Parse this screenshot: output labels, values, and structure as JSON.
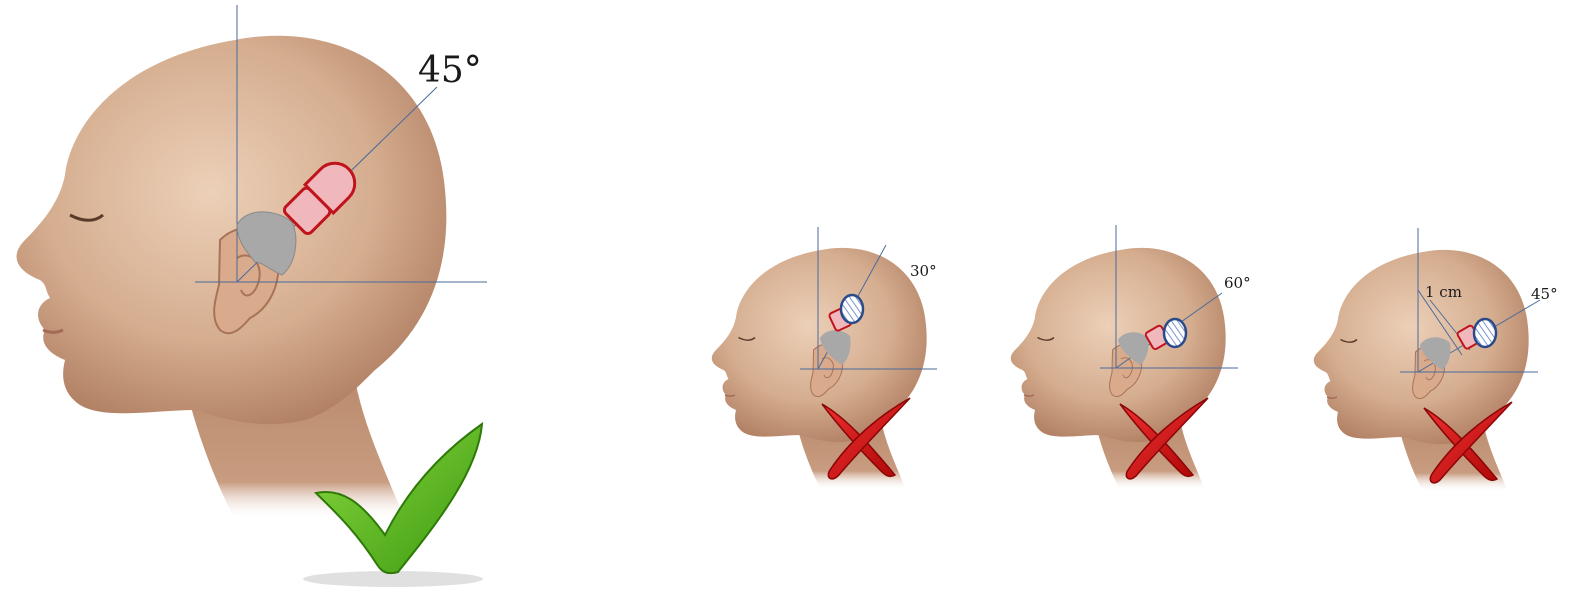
{
  "panels": [
    {
      "id": "correct-45",
      "angle_label": "45°",
      "verdict": "correct"
    },
    {
      "id": "wrong-30",
      "angle_label": "30°",
      "verdict": "incorrect"
    },
    {
      "id": "wrong-60",
      "angle_label": "60°",
      "verdict": "incorrect"
    },
    {
      "id": "wrong-45-1cm",
      "angle_label": "45°",
      "offset_label": "1 cm",
      "verdict": "incorrect"
    }
  ],
  "colors": {
    "skin_light": "#e6c2a6",
    "skin_mid": "#c99a7a",
    "skin_dark": "#8c5c40",
    "guide_line": "#4a6a9a",
    "device_red": "#c0141c",
    "device_fill": "#f0b8bc",
    "coil_blue": "#2a4a8a",
    "check_green": "#55b020",
    "cross_red": "#d01818",
    "processor_gray": "#a8a8a8"
  },
  "icons": [
    "check-mark-icon",
    "cross-mark-icon",
    "head-profile-icon",
    "ear-icon",
    "coil-icon",
    "sound-processor-icon"
  ]
}
